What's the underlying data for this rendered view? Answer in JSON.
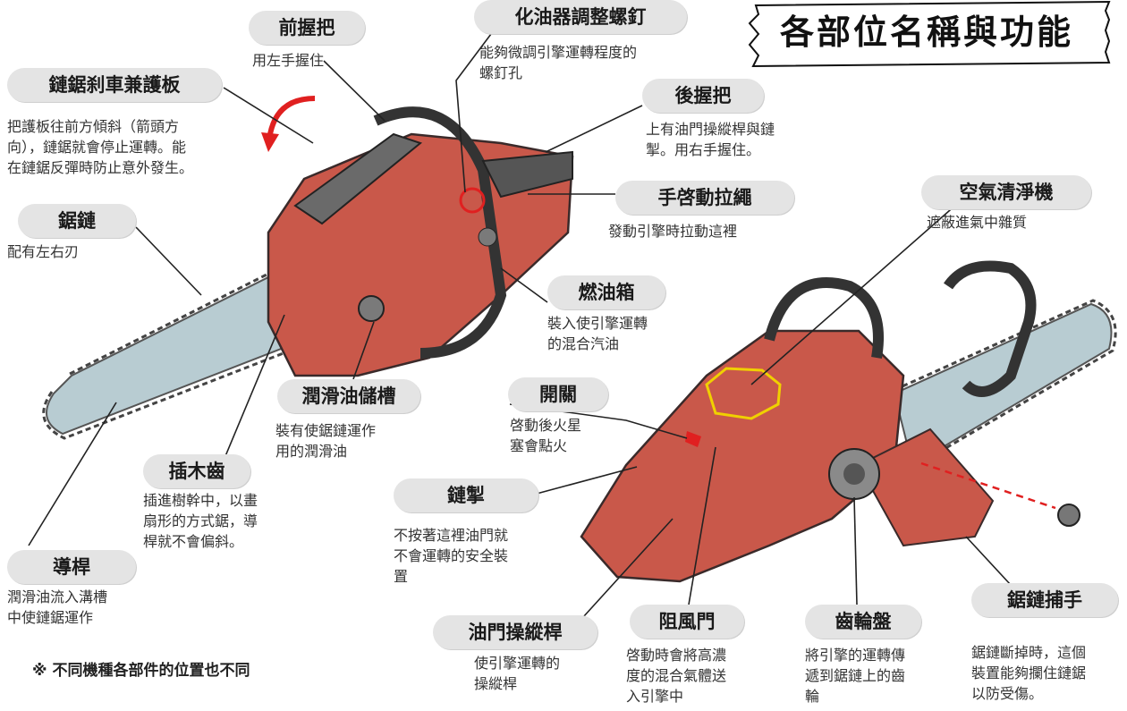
{
  "title": "各部位名稱與功能",
  "note": "※ 不同機種各部件的位置也不同",
  "parts": {
    "front_handle": {
      "name": "前握把",
      "desc": "用左手握住"
    },
    "chain_brake": {
      "name": "鏈鋸刹車兼護板",
      "desc": "把護板往前方傾斜（箭頭方\n向），鏈鋸就會停止運轉。能\n在鏈鋸反彈時防止意外發生。"
    },
    "carb_screw": {
      "name": "化油器調整螺釘",
      "desc": "能夠微調引擎運轉程度的\n螺釘孔"
    },
    "rear_handle": {
      "name": "後握把",
      "desc": "上有油門操縱桿與鏈\n掣。用右手握住。"
    },
    "starter_rope": {
      "name": "手啓動拉繩",
      "desc": "發動引擎時拉動這裡"
    },
    "air_cleaner": {
      "name": "空氣清淨機",
      "desc": "遮蔽進氣中雜質"
    },
    "saw_chain": {
      "name": "鋸鏈",
      "desc": "配有左右刃"
    },
    "fuel_tank": {
      "name": "燃油箱",
      "desc": "裝入使引擎運轉\n的混合汽油"
    },
    "oil_tank": {
      "name": "潤滑油儲槽",
      "desc": "裝有使鋸鏈運作\n用的潤滑油"
    },
    "switch": {
      "name": "開關",
      "desc": "啓動後火星\n塞會點火"
    },
    "spike": {
      "name": "插木齒",
      "desc": "插進樹幹中，以畫\n扇形的方式鋸，導\n桿就不會偏斜。"
    },
    "chain_lock": {
      "name": "鏈掣",
      "desc": "不按著這裡油門就\n不會運轉的安全裝\n置"
    },
    "guide_bar": {
      "name": "導桿",
      "desc": "潤滑油流入溝槽\n中使鏈鋸運作"
    },
    "throttle": {
      "name": "油門操縱桿",
      "desc": "使引擎運轉的\n操縱桿"
    },
    "choke": {
      "name": "阻風門",
      "desc": "啓動時會將高濃\n度的混合氣體送\n入引擎中"
    },
    "sprocket": {
      "name": "齒輪盤",
      "desc": "將引擎的運轉傳\n遞到鋸鏈上的齒\n輪"
    },
    "chain_catcher": {
      "name": "鋸鏈捕手",
      "desc": "鋸鏈斷掉時，這個\n裝置能夠攔住鏈鋸\n以防受傷。"
    }
  },
  "colors": {
    "label_bg": "#e4e4e4",
    "body": "#c9584a",
    "highlight_red": "#e02020",
    "highlight_yellow": "#f0d000"
  }
}
